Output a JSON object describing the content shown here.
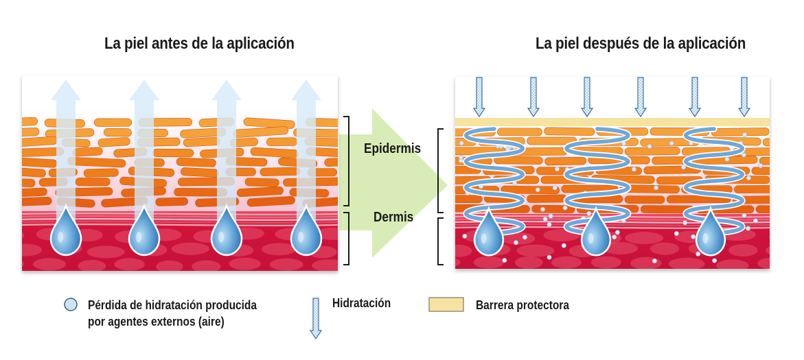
{
  "titles": {
    "before": "La piel antes de la aplicación",
    "after": "La piel después de la aplicación"
  },
  "layers": {
    "epidermis": "Epidermis",
    "dermis": "Dermis"
  },
  "legend": {
    "loss_line1": "Pérdida de hidratación producida",
    "loss_line2": "por agentes externos (aire)",
    "hydration": "Hidratación",
    "barrier": "Barrera protectora"
  },
  "colors": {
    "dermis_red": "#d0143a",
    "epidermis_orange": "#f07f1c",
    "barrier_yellow": "#f7e3a0",
    "water_blue": "#5a9fd4",
    "arrow_green": "#d9ecb8"
  }
}
